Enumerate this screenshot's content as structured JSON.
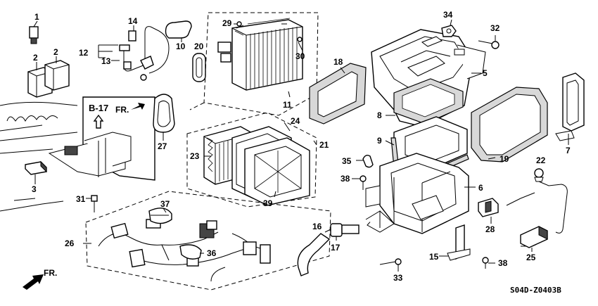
{
  "diagram": {
    "figure_code": "S04D-Z0403B",
    "inset": {
      "view_label": "B-17",
      "direction_label": "FR."
    },
    "front_arrow_label": "FR.",
    "callouts": [
      "1",
      "2",
      "2",
      "3",
      "5",
      "6",
      "7",
      "8",
      "9",
      "10",
      "11",
      "12",
      "13",
      "14",
      "15",
      "16",
      "17",
      "18",
      "19",
      "20",
      "21",
      "22",
      "23",
      "24",
      "25",
      "26",
      "27",
      "28",
      "29",
      "30",
      "31",
      "32",
      "33",
      "34",
      "35",
      "36",
      "37",
      "38",
      "38",
      "39"
    ]
  }
}
